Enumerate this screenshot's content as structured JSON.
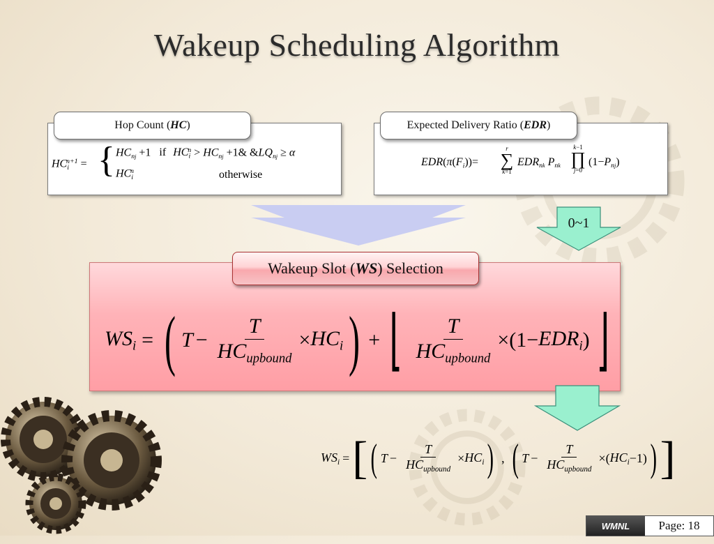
{
  "slide": {
    "title": "Wakeup Scheduling Algorithm",
    "hc_box": {
      "label_prefix": "Hop Count (",
      "label_abbr": "HC",
      "label_suffix": ")",
      "otherwise_text": "otherwise",
      "if_text": "if"
    },
    "edr_box": {
      "label_prefix": "Expected Delivery Ratio (",
      "label_abbr": "EDR",
      "label_suffix": ")"
    },
    "range_label": "0~1",
    "ws_box": {
      "label_prefix": "Wakeup Slot (",
      "label_abbr": "WS",
      "label_suffix": ") Selection"
    },
    "footer": {
      "brand": "WMNL",
      "page_label": "Page: 18"
    }
  },
  "colors": {
    "arrow_blue": "#c9cdf2",
    "arrow_green": "#9af0cf",
    "panel_pink": "#ffb3b8"
  }
}
